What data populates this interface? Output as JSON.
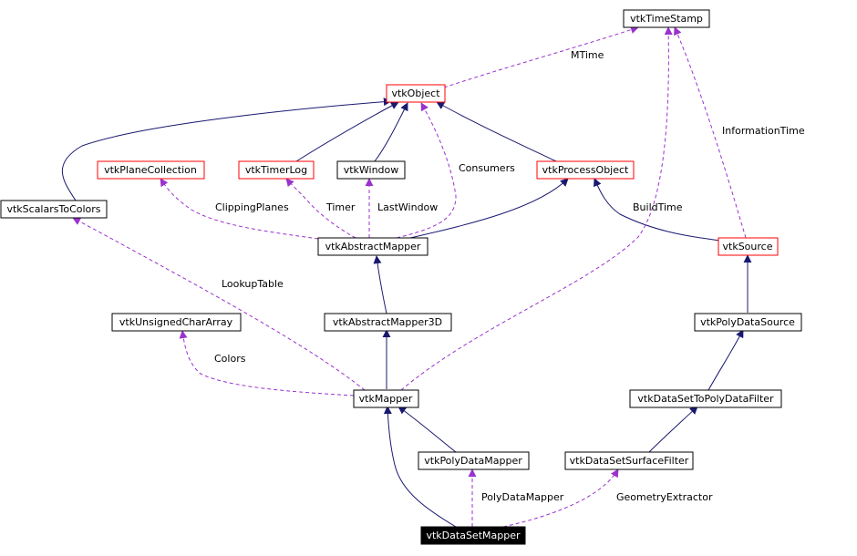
{
  "colors": {
    "inheritance_edge": "#191970",
    "usage_edge": "#9a32cd",
    "documented_border": "#ff0000",
    "plain_border": "#000000",
    "focus_fill": "#000000",
    "focus_text": "#ffffff"
  },
  "nodes": {
    "vtkTimeStamp": "vtkTimeStamp",
    "vtkObject": "vtkObject",
    "vtkPlaneCollection": "vtkPlaneCollection",
    "vtkTimerLog": "vtkTimerLog",
    "vtkWindow": "vtkWindow",
    "vtkProcessObject": "vtkProcessObject",
    "vtkScalarsToColors": "vtkScalarsToColors",
    "vtkAbstractMapper": "vtkAbstractMapper",
    "vtkSource": "vtkSource",
    "vtkUnsignedCharArray": "vtkUnsignedCharArray",
    "vtkAbstractMapper3D": "vtkAbstractMapper3D",
    "vtkPolyDataSource": "vtkPolyDataSource",
    "vtkMapper": "vtkMapper",
    "vtkDataSetToPolyDataFilter": "vtkDataSetToPolyDataFilter",
    "vtkPolyDataMapper": "vtkPolyDataMapper",
    "vtkDataSetSurfaceFilter": "vtkDataSetSurfaceFilter",
    "vtkDataSetMapper": "vtkDataSetMapper"
  },
  "edge_labels": {
    "MTime": "MTime",
    "InformationTime": "InformationTime",
    "Consumers": "Consumers",
    "ClippingPlanes": "ClippingPlanes",
    "Timer": "Timer",
    "LastWindow": "LastWindow",
    "BuildTime": "BuildTime",
    "LookupTable": "LookupTable",
    "Colors": "Colors",
    "PolyDataMapper": "PolyDataMapper",
    "GeometryExtractor": "GeometryExtractor"
  }
}
